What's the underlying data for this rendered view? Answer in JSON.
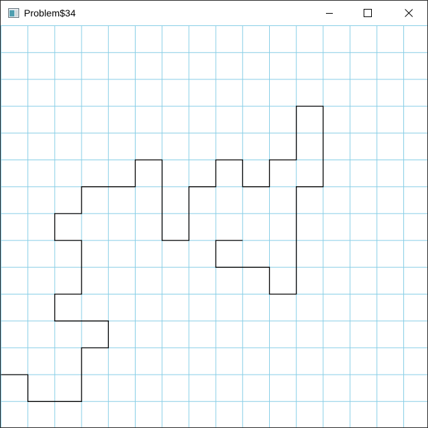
{
  "window": {
    "title": "Problem$34"
  },
  "icons": {
    "app": "app-window-icon",
    "minimize": "minimize-icon",
    "maximize": "maximize-icon",
    "close": "close-icon"
  },
  "colors": {
    "grid": "#87cee6",
    "path": "#000000",
    "background": "#ffffff"
  },
  "drawing": {
    "path_points": [
      [
        0,
        13
      ],
      [
        1,
        13
      ],
      [
        1,
        14
      ],
      [
        3,
        14
      ],
      [
        3,
        12
      ],
      [
        4,
        12
      ],
      [
        4,
        11
      ],
      [
        2,
        11
      ],
      [
        2,
        10
      ],
      [
        3,
        10
      ],
      [
        3,
        8
      ],
      [
        2,
        8
      ],
      [
        2,
        7
      ],
      [
        3,
        7
      ],
      [
        3,
        6
      ],
      [
        5,
        6
      ],
      [
        5,
        5
      ],
      [
        6,
        5
      ],
      [
        6,
        8
      ],
      [
        7,
        8
      ],
      [
        7,
        6
      ],
      [
        8,
        6
      ],
      [
        8,
        5
      ],
      [
        9,
        5
      ],
      [
        9,
        6
      ],
      [
        10,
        6
      ],
      [
        10,
        5
      ],
      [
        11,
        5
      ],
      [
        11,
        3
      ],
      [
        12,
        3
      ],
      [
        12,
        6
      ],
      [
        11,
        6
      ],
      [
        11,
        10
      ],
      [
        10,
        10
      ],
      [
        10,
        9
      ],
      [
        8,
        9
      ],
      [
        8,
        8
      ],
      [
        9,
        8
      ]
    ]
  }
}
